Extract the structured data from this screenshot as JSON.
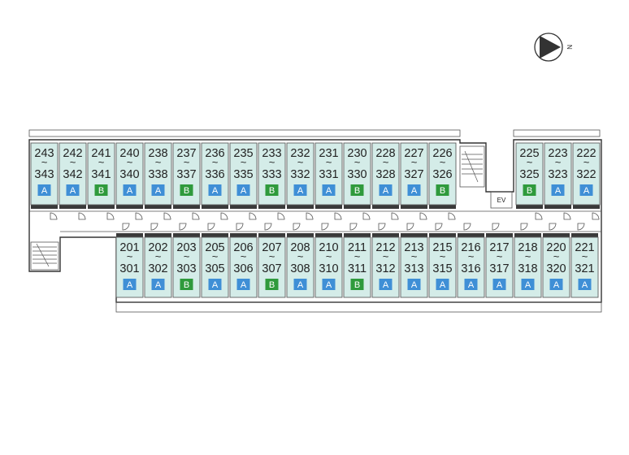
{
  "compass": {
    "letter": "N"
  },
  "elevator": {
    "label": "EV"
  },
  "colors": {
    "type_A": "#3f8fd6",
    "type_B": "#2f9a3c",
    "unit_fill": "#d4ece8"
  },
  "top_row": [
    {
      "upper": "243",
      "lower": "343",
      "type": "A"
    },
    {
      "upper": "242",
      "lower": "342",
      "type": "A"
    },
    {
      "upper": "241",
      "lower": "341",
      "type": "B"
    },
    {
      "upper": "240",
      "lower": "340",
      "type": "A"
    },
    {
      "upper": "238",
      "lower": "338",
      "type": "A"
    },
    {
      "upper": "237",
      "lower": "337",
      "type": "B"
    },
    {
      "upper": "236",
      "lower": "336",
      "type": "A"
    },
    {
      "upper": "235",
      "lower": "335",
      "type": "A"
    },
    {
      "upper": "233",
      "lower": "333",
      "type": "B"
    },
    {
      "upper": "232",
      "lower": "332",
      "type": "A"
    },
    {
      "upper": "231",
      "lower": "331",
      "type": "A"
    },
    {
      "upper": "230",
      "lower": "330",
      "type": "B"
    },
    {
      "upper": "228",
      "lower": "328",
      "type": "A"
    },
    {
      "upper": "227",
      "lower": "327",
      "type": "A"
    },
    {
      "upper": "226",
      "lower": "326",
      "type": "B"
    },
    {
      "upper": "225",
      "lower": "325",
      "type": "B"
    },
    {
      "upper": "223",
      "lower": "323",
      "type": "A"
    },
    {
      "upper": "222",
      "lower": "322",
      "type": "A"
    }
  ],
  "bottom_row": [
    {
      "upper": "201",
      "lower": "301",
      "type": "A"
    },
    {
      "upper": "202",
      "lower": "302",
      "type": "A"
    },
    {
      "upper": "203",
      "lower": "303",
      "type": "B"
    },
    {
      "upper": "205",
      "lower": "305",
      "type": "A"
    },
    {
      "upper": "206",
      "lower": "306",
      "type": "A"
    },
    {
      "upper": "207",
      "lower": "307",
      "type": "B"
    },
    {
      "upper": "208",
      "lower": "308",
      "type": "A"
    },
    {
      "upper": "210",
      "lower": "310",
      "type": "A"
    },
    {
      "upper": "211",
      "lower": "311",
      "type": "B"
    },
    {
      "upper": "212",
      "lower": "312",
      "type": "A"
    },
    {
      "upper": "213",
      "lower": "313",
      "type": "A"
    },
    {
      "upper": "215",
      "lower": "315",
      "type": "A"
    },
    {
      "upper": "216",
      "lower": "316",
      "type": "A"
    },
    {
      "upper": "217",
      "lower": "317",
      "type": "A"
    },
    {
      "upper": "218",
      "lower": "318",
      "type": "A"
    },
    {
      "upper": "220",
      "lower": "320",
      "type": "A"
    },
    {
      "upper": "221",
      "lower": "321",
      "type": "A"
    }
  ]
}
